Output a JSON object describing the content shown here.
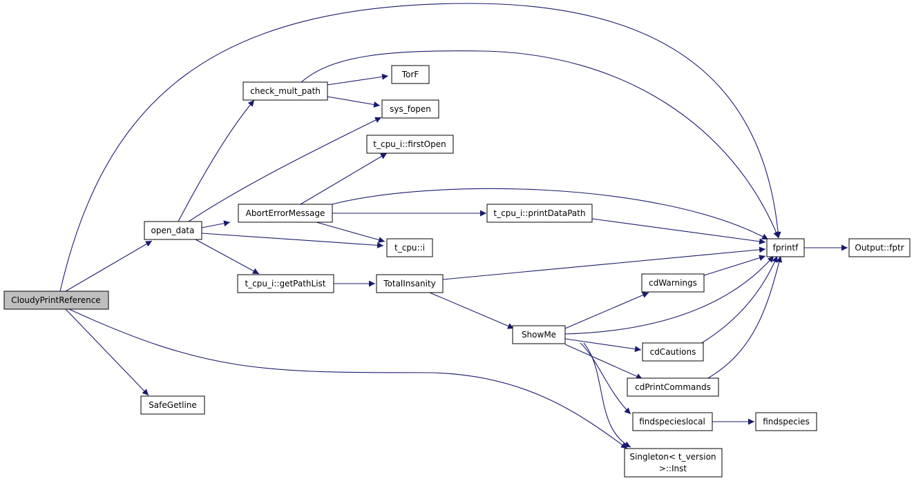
{
  "colors": {
    "edge": "#191970",
    "node_fill": "#ffffff",
    "root_fill": "#bfbfbf",
    "node_border": "#000000",
    "label": "#000000"
  },
  "nodes": {
    "cloudy": {
      "label": "CloudyPrintReference"
    },
    "open_data": {
      "label": "open_data"
    },
    "safegetline": {
      "label": "SafeGetline"
    },
    "check_mult_path": {
      "label": "check_mult_path"
    },
    "torf": {
      "label": "TorF"
    },
    "sys_fopen": {
      "label": "sys_fopen"
    },
    "firstopen": {
      "label": "t_cpu_i::firstOpen"
    },
    "aborterror": {
      "label": "AbortErrorMessage"
    },
    "printdatapath": {
      "label": "t_cpu_i::printDataPath"
    },
    "cpu_i": {
      "label": "t_cpu::i"
    },
    "getpathlist": {
      "label": "t_cpu_i::getPathList"
    },
    "totalinsanity": {
      "label": "TotalInsanity"
    },
    "fprintf": {
      "label": "fprintf"
    },
    "output_fptr": {
      "label": "Output::fptr"
    },
    "cdwarnings": {
      "label": "cdWarnings"
    },
    "showme": {
      "label": "ShowMe"
    },
    "cdcautions": {
      "label": "cdCautions"
    },
    "cdprintcommands": {
      "label": "cdPrintCommands"
    },
    "findspecieslocal": {
      "label": "findspecieslocal"
    },
    "findspecies": {
      "label": "findspecies"
    },
    "singleton_line1": {
      "label": "Singleton< t_version"
    },
    "singleton_line2": {
      "label": ">::Inst"
    }
  }
}
